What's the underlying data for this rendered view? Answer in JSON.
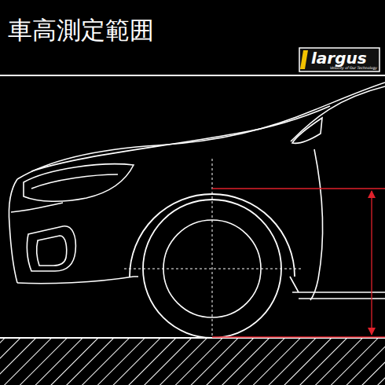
{
  "diagram": {
    "title": "車高測定範囲",
    "labels": [
      "largus",
      "Velocity of Our Technology"
    ]
  }
}
